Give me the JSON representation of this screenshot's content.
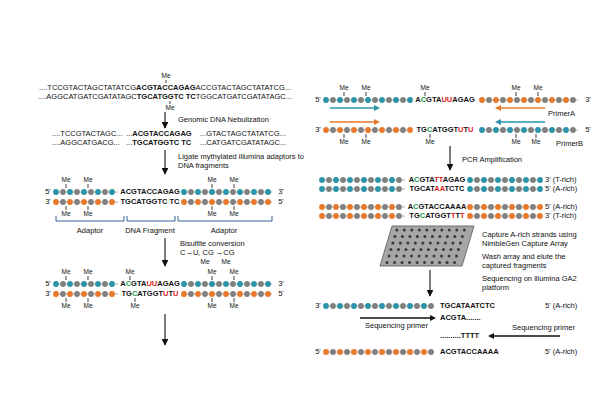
{
  "diagram": {
    "labels": [
      "Me",
      "....TCCGTACTAGCTATATCGACGTACCAGAGACCGTACTAGCTATATCG...",
      "....AGGCATGATCGATATAGCTGCATGGTC TCTGGCATGATCGATATAGC...",
      "Me",
      "Genomic DNA Nebulization",
      "....TCCGTACTAGC...",
      "...ACGTACCAGAG",
      "...GTACTAGCTATATCG...",
      "....AGGCATGACG...",
      "...TGCATGGTC TC",
      "...CATGATCGATATAGC...",
      "Ligate mythylated illumina adaptors to DNA fragments",
      "Me",
      "Me",
      "Me",
      "Me",
      "5'",
      "ACGTACCAGAG",
      "3'",
      "3'",
      "TGCATGGTC TC",
      "5'",
      "Me",
      "Me",
      "Me",
      "Me",
      "Adaptor",
      "DNA Fragment",
      "Adaptor",
      "Bisulfite conversion",
      "C→U, CG →CG",
      "Me",
      "Me",
      "Me",
      "Me",
      "Me",
      "Me",
      "Me",
      "5'",
      "ACGTAUUAGAG",
      "3'",
      "3'",
      "TGCATGGTUTU",
      "5'",
      "Me",
      "Me",
      "Me",
      "Me",
      "Me",
      "Me",
      "Me",
      "Me",
      "Me",
      "Me",
      "5'",
      "ACGTAUUAGAG",
      "3'",
      "PrimerA",
      "3'",
      "TGCATGGTUTU",
      "5'",
      "Me",
      "Me",
      "Me",
      "Me",
      "Me",
      "PrimerB",
      "PCR Amplification",
      "ACGTATTAGAG",
      "3' (T-rich)",
      "TGCATAATCTC",
      "5' (A-rich)",
      "ACGTACCAAAA",
      "5' (A-rich)",
      "TGCATGGTTTT",
      "3' (T-rich)",
      "Capture A-rich strands using NimbleGen Capture Array",
      "Wash array and elute the captured fragments",
      "Sequencing on illumina GA2 platform",
      "3'",
      "TGCATAATCTC",
      "5' (A-rich)",
      "Sequencing primer",
      "ACGTA.......",
      "..........TTTT",
      "Sequencing primer",
      "5'",
      "ACGTACCAAAA",
      "5' (A-rich)"
    ]
  }
}
